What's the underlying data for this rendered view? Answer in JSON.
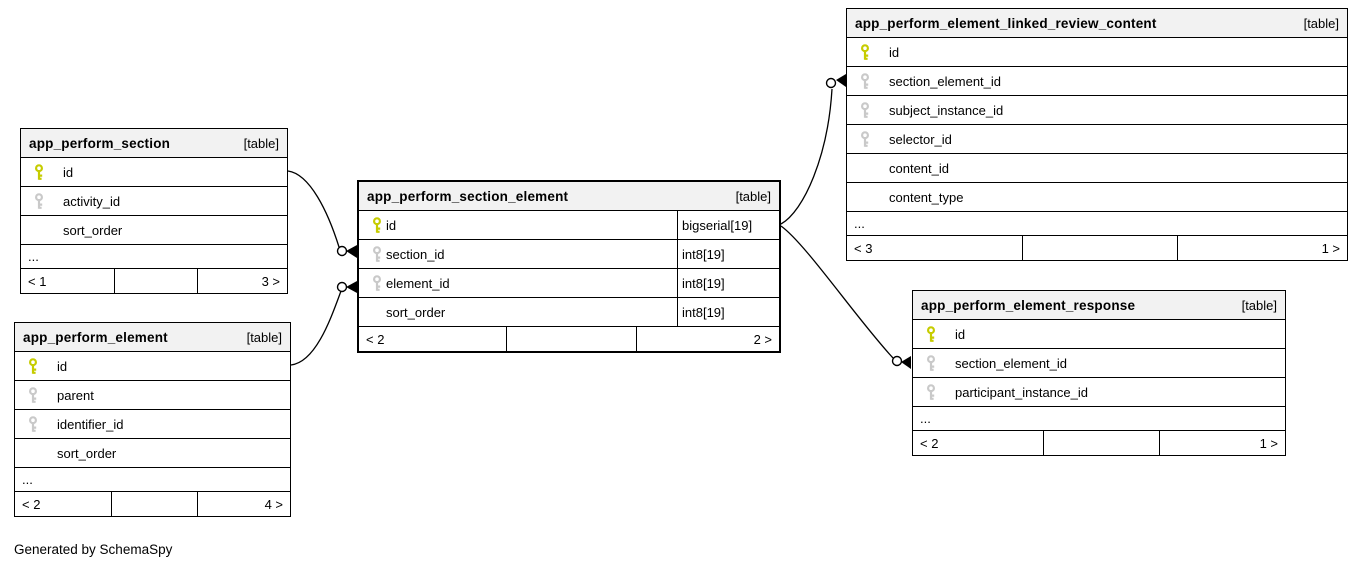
{
  "footer_note": "Generated by SchemaSpy",
  "labels": {
    "ellipsis": "..."
  },
  "colors": {
    "primary_key": "#c6cc00",
    "foreign_key": "#c9c9c9",
    "table_header_bg": "#f2f2f2",
    "border": "#000000",
    "background": "#ffffff"
  },
  "tables": [
    {
      "id": "app_perform_section",
      "name": "app_perform_section",
      "tag": "[table]",
      "emphasis": false,
      "columns": [
        {
          "name": "id",
          "key": "pk"
        },
        {
          "name": "activity_id",
          "key": "fk"
        },
        {
          "name": "sort_order",
          "key": null
        }
      ],
      "ellipsis": true,
      "footer": {
        "left": "< 1",
        "right": "3 >"
      }
    },
    {
      "id": "app_perform_element",
      "name": "app_perform_element",
      "tag": "[table]",
      "emphasis": false,
      "columns": [
        {
          "name": "id",
          "key": "pk"
        },
        {
          "name": "parent",
          "key": "fk"
        },
        {
          "name": "identifier_id",
          "key": "fk"
        },
        {
          "name": "sort_order",
          "key": null
        }
      ],
      "ellipsis": true,
      "footer": {
        "left": "< 2",
        "right": "4 >"
      }
    },
    {
      "id": "app_perform_section_element",
      "name": "app_perform_section_element",
      "tag": "[table]",
      "emphasis": true,
      "columns": [
        {
          "name": "id",
          "key": "pk",
          "type": "bigserial[19]"
        },
        {
          "name": "section_id",
          "key": "fk",
          "type": "int8[19]"
        },
        {
          "name": "element_id",
          "key": "fk",
          "type": "int8[19]"
        },
        {
          "name": "sort_order",
          "key": null,
          "type": "int8[19]"
        }
      ],
      "ellipsis": false,
      "footer": {
        "left": "< 2",
        "right": "2 >"
      }
    },
    {
      "id": "app_perform_element_linked_review_content",
      "name": "app_perform_element_linked_review_content",
      "tag": "[table]",
      "emphasis": false,
      "columns": [
        {
          "name": "id",
          "key": "pk"
        },
        {
          "name": "section_element_id",
          "key": "fk"
        },
        {
          "name": "subject_instance_id",
          "key": "fk"
        },
        {
          "name": "selector_id",
          "key": "fk"
        },
        {
          "name": "content_id",
          "key": null
        },
        {
          "name": "content_type",
          "key": null
        }
      ],
      "ellipsis": true,
      "footer": {
        "left": "< 3",
        "right": "1 >"
      }
    },
    {
      "id": "app_perform_element_response",
      "name": "app_perform_element_response",
      "tag": "[table]",
      "emphasis": false,
      "columns": [
        {
          "name": "id",
          "key": "pk"
        },
        {
          "name": "section_element_id",
          "key": "fk"
        },
        {
          "name": "participant_instance_id",
          "key": "fk"
        }
      ],
      "ellipsis": true,
      "footer": {
        "left": "< 2",
        "right": "1 >"
      }
    }
  ],
  "connectors": [
    {
      "from": "app_perform_section.id",
      "to": "app_perform_section_element.section_id"
    },
    {
      "from": "app_perform_element.id",
      "to": "app_perform_section_element.element_id"
    },
    {
      "from": "app_perform_section_element.id",
      "to": "app_perform_element_linked_review_content.section_element_id"
    },
    {
      "from": "app_perform_section_element.id",
      "to": "app_perform_element_response.section_element_id"
    }
  ]
}
